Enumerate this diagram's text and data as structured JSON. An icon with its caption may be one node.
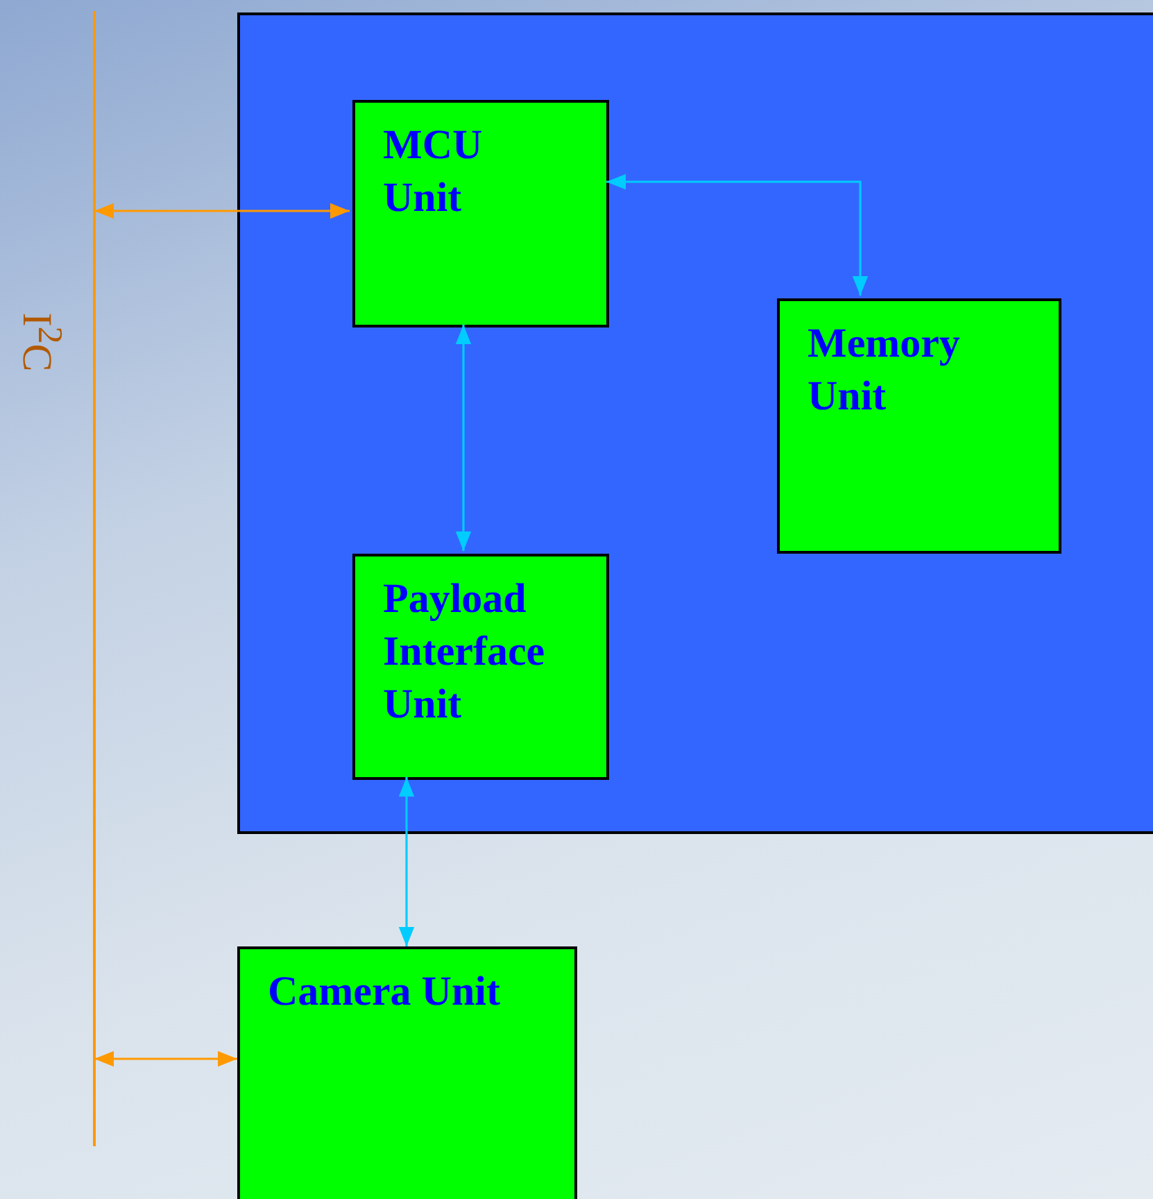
{
  "diagram": {
    "nodes": [
      {
        "text": [],
        "shape": "box"
      },
      {
        "text": [
          "MCU Unit"
        ],
        "in": 0
      },
      {
        "text": [
          "Memory Unit"
        ],
        "in": 0
      },
      {
        "text": [
          "Payload Interface Unit"
        ],
        "in": 0
      },
      {
        "text": [
          "Camera Unit"
        ]
      },
      {
        "text": [],
        "shape": "bar",
        "beside": [
          "I$^{2}$C"
        ]
      }
    ],
    "edges": [
      {
        "from": 5,
        "to": 1,
        "arrow": "both",
        "color": "#ff9900"
      },
      {
        "from": 1,
        "to": 2,
        "arrow": "both"
      },
      {
        "from": 1,
        "to": 3,
        "arrow": "both"
      },
      {
        "from": 3,
        "to": 4,
        "arrow": "both"
      },
      {
        "from": 5,
        "to": 4,
        "arrow": "both",
        "color": "#ff9900"
      }
    ]
  }
}
